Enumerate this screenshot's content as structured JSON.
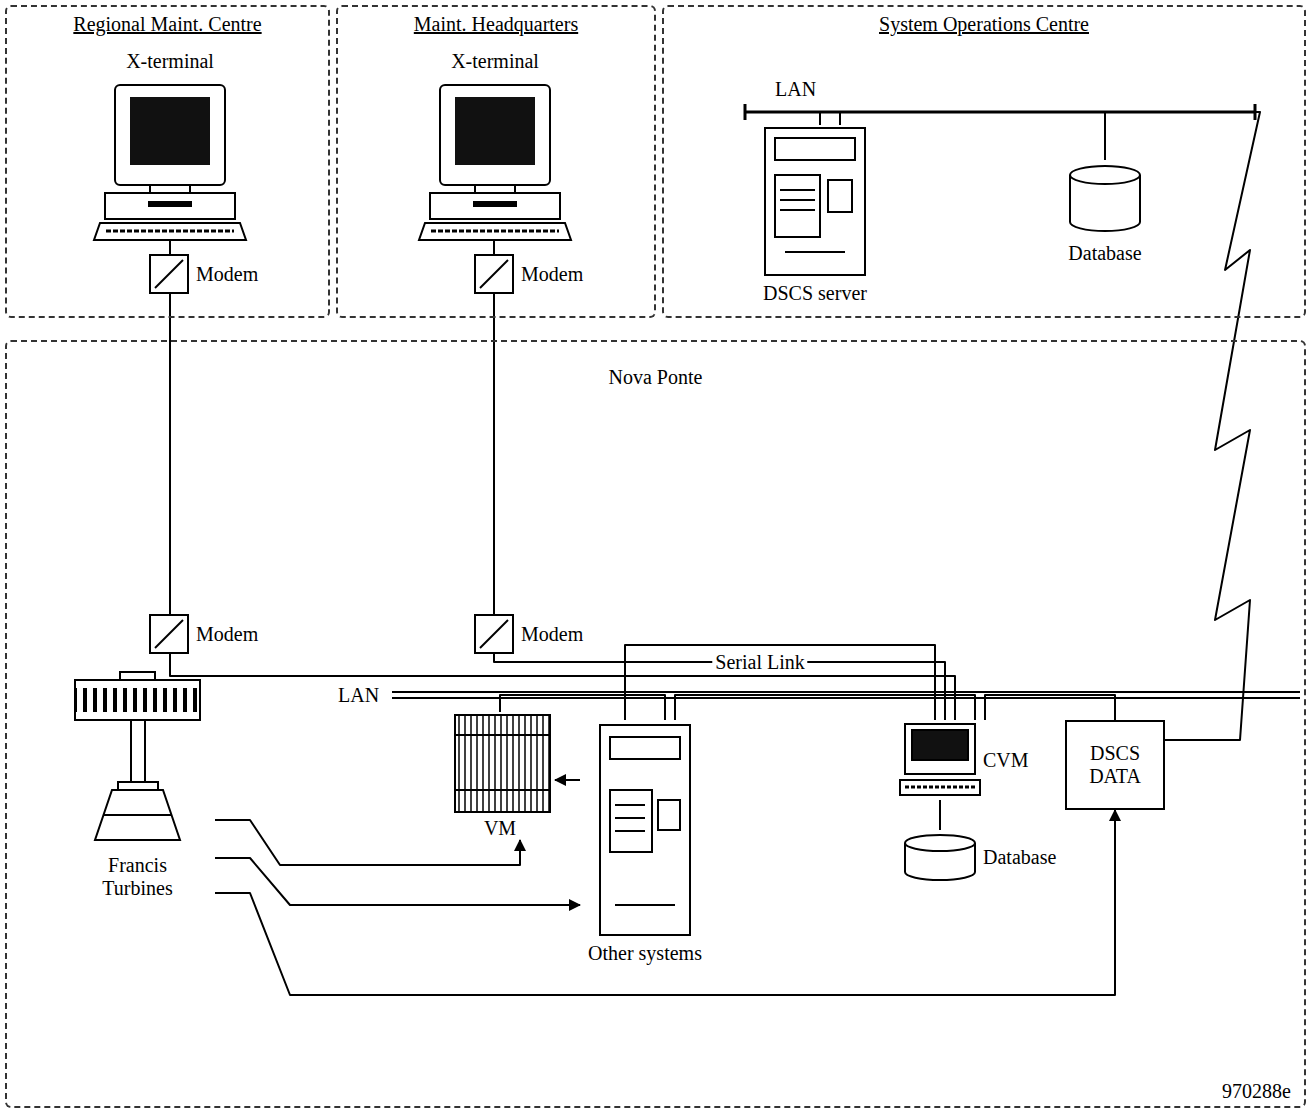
{
  "diagram": {
    "nodes": [
      {
        "text": [
          "Regional Maint. Centre"
        ]
      },
      {
        "text": [
          "X-terminal"
        ],
        "in": 0
      },
      {
        "text": [
          "Modem"
        ],
        "in": 0
      },
      {
        "text": [
          "Maint. Headquarters"
        ]
      },
      {
        "text": [
          "X-terminal"
        ],
        "in": 3
      },
      {
        "text": [
          "Modem"
        ],
        "in": 3
      },
      {
        "text": [
          "System Operations Centre"
        ]
      },
      {
        "text": [
          "DSCS server"
        ],
        "in": 6
      },
      {
        "text": [
          "Database"
        ],
        "in": 6
      },
      {
        "text": [
          "Nova Ponte"
        ]
      },
      {
        "text": [
          "Modem"
        ],
        "in": 9
      },
      {
        "text": [
          "Modem"
        ],
        "in": 9
      },
      {
        "text": [
          "Francis Turbines"
        ],
        "in": 9
      },
      {
        "text": [
          "VM"
        ],
        "in": 9
      },
      {
        "text": [
          "Other systems"
        ],
        "in": 9
      },
      {
        "text": [
          "CVM"
        ],
        "in": 9
      },
      {
        "text": [
          "Database"
        ],
        "in": 9
      },
      {
        "text": [
          "DSCS DATA"
        ],
        "in": 9
      }
    ],
    "edges": [
      {
        "from": 1,
        "to": 2,
        "arrow": "none"
      },
      {
        "from": 2,
        "to": 10,
        "arrow": "none"
      },
      {
        "from": 4,
        "to": 5,
        "arrow": "none"
      },
      {
        "from": 5,
        "to": 11,
        "arrow": "none"
      },
      {
        "from": 7,
        "to": 8,
        "arrow": "none"
      },
      {
        "from": 10,
        "to": 15,
        "arrow": "none"
      },
      {
        "from": 11,
        "to": 15,
        "label": "Serial Link",
        "arrow": "none"
      },
      {
        "from": 14,
        "to": 15,
        "arrow": "none"
      },
      {
        "from": 13,
        "to": 14,
        "arrow": "none"
      },
      {
        "from": 14,
        "to": 15,
        "arrow": "none"
      },
      {
        "from": 15,
        "to": 17,
        "arrow": "none"
      },
      {
        "from": 12,
        "to": 13,
        "arrow": "to"
      },
      {
        "from": 12,
        "to": 14,
        "arrow": "to"
      },
      {
        "from": 12,
        "to": 17,
        "arrow": "to"
      },
      {
        "from": 14,
        "to": 13,
        "arrow": "to"
      },
      {
        "from": 15,
        "to": 16,
        "arrow": "none"
      },
      {
        "from": 17,
        "to": 7,
        "arrow": "none"
      }
    ],
    "labels": [
      "LAN",
      "LAN",
      "970288e"
    ]
  }
}
